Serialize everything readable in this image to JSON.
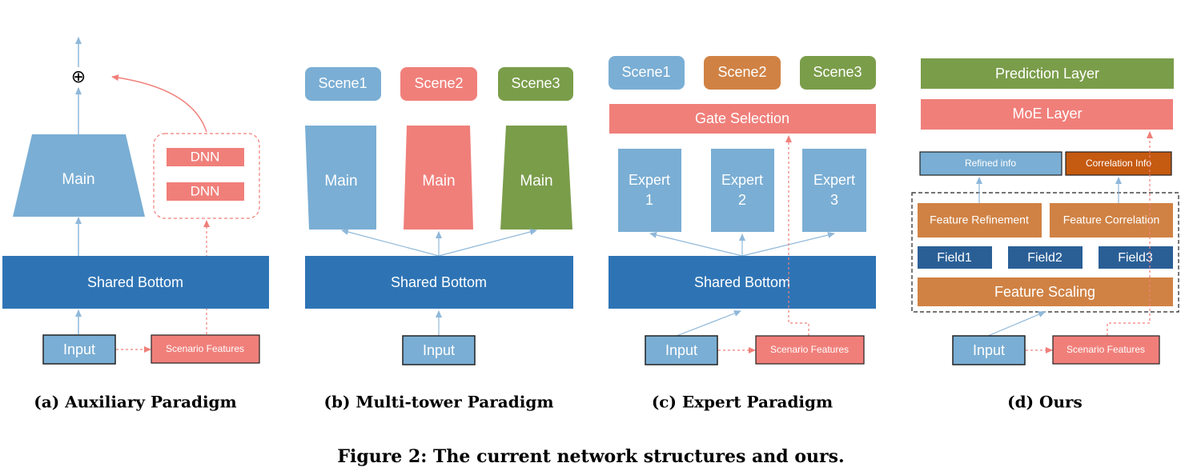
{
  "colors": {
    "blue_light": "#7aaed4",
    "blue_dark": "#2e74b5",
    "salmon": "#f07f7a",
    "green": "#7a9d4a",
    "orange": "#d08244",
    "orange_dark": "#c55a11",
    "navy": "#2a5f96",
    "arrow_blue": "#8fb8da",
    "arrow_red": "#f07f7a"
  },
  "panel_a": {
    "caption": "(a) Auxiliary Paradigm",
    "plus_symbol": "⊕",
    "main_label": "Main",
    "dnn1_label": "DNN",
    "dnn2_label": "DNN",
    "shared_label": "Shared Bottom",
    "input_label": "Input",
    "scenario_label": "Scenario Features"
  },
  "panel_b": {
    "caption": "(b) Multi-tower Paradigm",
    "scenes": [
      "Scene1",
      "Scene2",
      "Scene3"
    ],
    "towers": [
      "Main",
      "Main",
      "Main"
    ],
    "shared_label": "Shared Bottom",
    "input_label": "Input"
  },
  "panel_c": {
    "caption": "(c) Expert Paradigm",
    "scenes": [
      "Scene1",
      "Scene2",
      "Scene3"
    ],
    "gate_label": "Gate Selection",
    "experts": [
      {
        "line1": "Expert",
        "line2": "1"
      },
      {
        "line1": "Expert",
        "line2": "2"
      },
      {
        "line1": "Expert",
        "line2": "3"
      }
    ],
    "shared_label": "Shared Bottom",
    "input_label": "Input",
    "scenario_label": "Scenario Features"
  },
  "panel_d": {
    "caption": "(d) Ours",
    "prediction_label": "Prediction Layer",
    "moe_label": "MoE Layer",
    "refined_label": "Refined info",
    "correlation_info_label": "Correlation Info",
    "feature_refinement_label": "Feature Refinement",
    "feature_correlation_label": "Feature Correlation",
    "fields": [
      "Field1",
      "Field2",
      "Field3"
    ],
    "feature_scaling_label": "Feature Scaling",
    "input_label": "Input",
    "scenario_label": "Scenario Features"
  },
  "figure_caption": "Figure 2: The current network structures and ours."
}
